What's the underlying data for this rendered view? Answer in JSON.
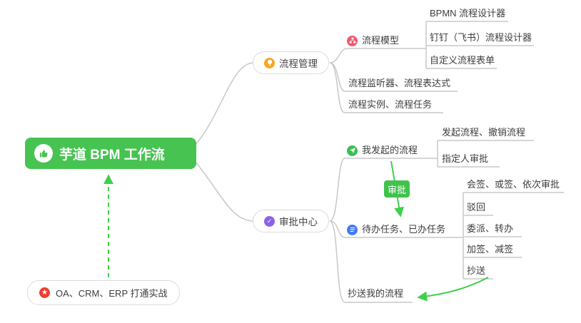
{
  "colors": {
    "root_green": "#47c351",
    "tag_green": "#41c24d",
    "arrow_green": "#3ed04a",
    "wire_gray": "#c8c8c8",
    "icon_orange": "#f6a623",
    "icon_pink": "#ef596f",
    "icon_purple": "#8a63e8",
    "icon_green": "#3cbf53",
    "icon_blue": "#447bf4",
    "icon_red": "#ee3f2d",
    "text": "#3d3d3d"
  },
  "root": {
    "label": "芋道 BPM 工作流",
    "icon": "thumbs-up-icon"
  },
  "process_mgmt": {
    "label": "流程管理",
    "icon": "lightbulb-icon"
  },
  "process_model": {
    "label": "流程模型",
    "icon": "flow-model-icon"
  },
  "model_children": {
    "bpmn": "BPMN 流程设计器",
    "dingtalk": "钉钉（飞书）流程设计器",
    "custom_form": "自定义流程表单"
  },
  "process_children": {
    "listener": "流程监听器、流程表达式",
    "instance": "流程实例、流程任务"
  },
  "approval_center": {
    "label": "审批中心",
    "icon": "approval-icon"
  },
  "my_processes": {
    "label": "我发起的流程",
    "icon": "send-icon"
  },
  "my_children": {
    "start_cancel": "发起流程、撤销流程",
    "assignee": "指定人审批"
  },
  "tasks": {
    "label": "待办任务、已办任务",
    "icon": "tasks-icon"
  },
  "task_children": {
    "countersign": "会签、或签、依次审批",
    "reject": "驳回",
    "delegate": "委派、转办",
    "addsign": "加签、减签",
    "cc": "抄送"
  },
  "cc_my": {
    "label": "抄送我的流程"
  },
  "oa": {
    "label": "OA、CRM、ERP 打通实战",
    "icon": "star-icon"
  },
  "approval_tag": {
    "label": "审批"
  }
}
